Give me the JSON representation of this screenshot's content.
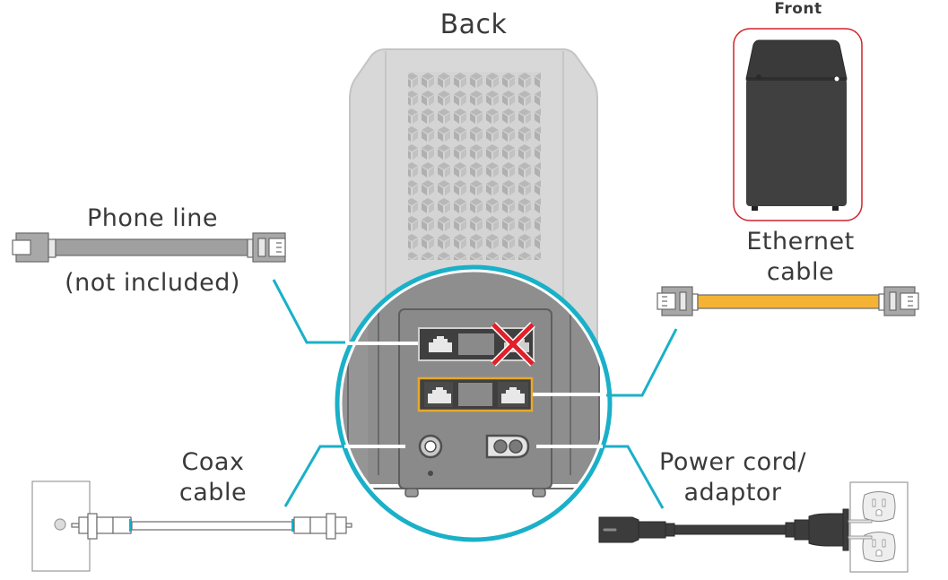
{
  "labels": {
    "back": "Back",
    "front": "Front",
    "phone_line": "Phone line",
    "phone_line_note": "(not included)",
    "ethernet_line1": "Ethernet",
    "ethernet_line2": "cable",
    "coax_line1": "Coax",
    "coax_line2": "cable",
    "power_line1": "Power cord/",
    "power_line2": "adaptor"
  },
  "colors": {
    "callout_ring": "#1ab0c8",
    "ethernet_cable": "#f5b335",
    "front_highlight": "#d0232a",
    "x_mark": "#e0202a",
    "ethernet_port_highlight": "#e8a82e"
  },
  "ports": [
    {
      "name": "phone-port",
      "status": "not-used-marked-x"
    },
    {
      "name": "ethernet-ports",
      "status": "highlighted"
    },
    {
      "name": "coax-port",
      "status": "connect"
    },
    {
      "name": "power-port",
      "status": "connect"
    }
  ]
}
